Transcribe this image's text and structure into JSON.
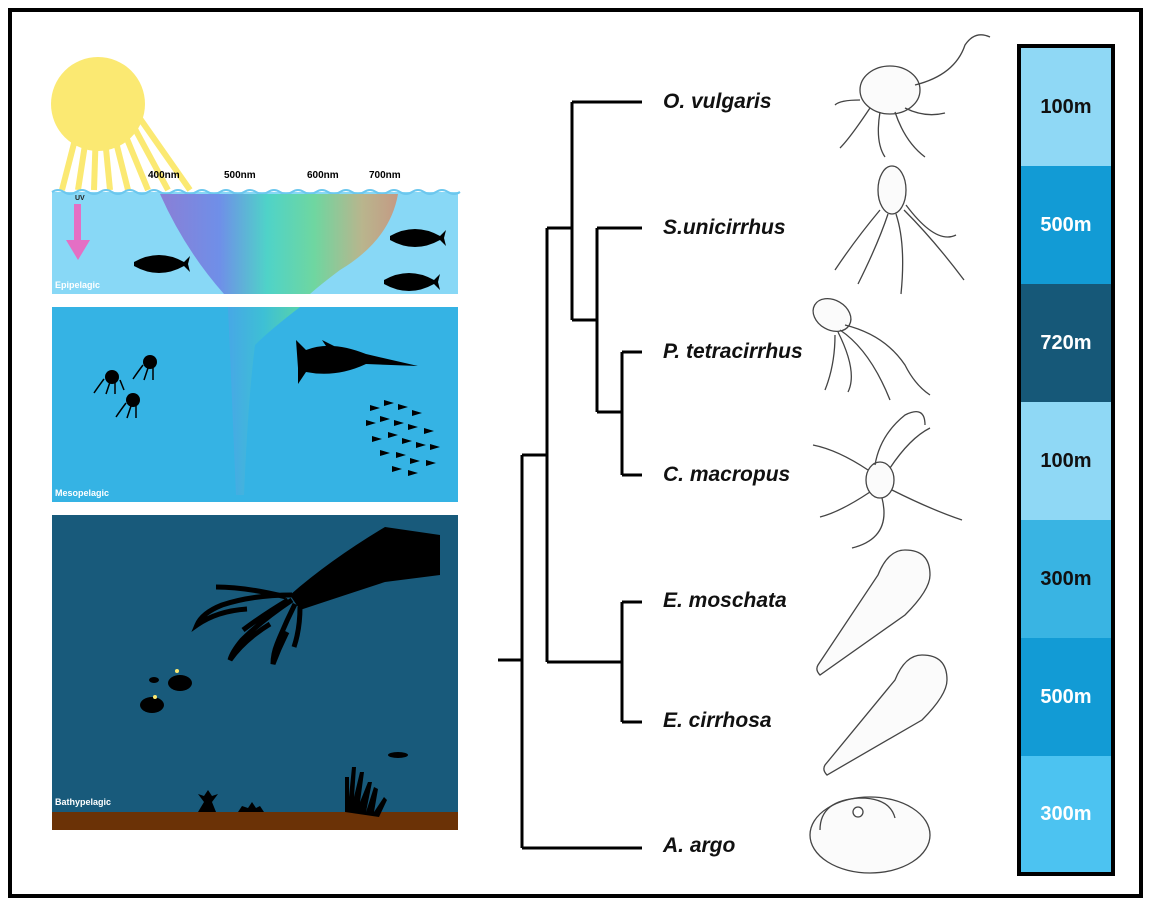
{
  "zones": {
    "epipelagic": "Epipelagic",
    "mesopelagic": "Mesopelagic",
    "bathypelagic": "Bathypelagic"
  },
  "wavelengths": [
    "400nm",
    "500nm",
    "600nm",
    "700nm"
  ],
  "uv_label": "UV",
  "species": [
    {
      "name": "O. vulgaris"
    },
    {
      "name": "S.unicirrhus"
    },
    {
      "name": "P. tetracirrhus"
    },
    {
      "name": "C. macropus"
    },
    {
      "name": "E. moschata"
    },
    {
      "name": "E. cirrhosa"
    },
    {
      "name": "A. argo"
    }
  ],
  "depths": [
    {
      "label": "100m",
      "color": "#8fd8f5",
      "text_color": "#111111"
    },
    {
      "label": "500m",
      "color": "#129bd5",
      "text_color": "#ffffff"
    },
    {
      "label": "720m",
      "color": "#165878",
      "text_color": "#ffffff"
    },
    {
      "label": "100m",
      "color": "#8fd8f5",
      "text_color": "#111111"
    },
    {
      "label": "300m",
      "color": "#39b4e3",
      "text_color": "#111111"
    },
    {
      "label": "500m",
      "color": "#129bd5",
      "text_color": "#ffffff"
    },
    {
      "label": "300m",
      "color": "#4cc3f1",
      "text_color": "#ffffff"
    }
  ],
  "colors": {
    "epipelagic_water": "#88d8f6",
    "mesopelagic_water": "#35b3e4",
    "bathypelagic_water": "#185a7b",
    "seafloor": "#6b3206",
    "sun": "#fbe972",
    "uv_arrow": "#e46fc4"
  }
}
